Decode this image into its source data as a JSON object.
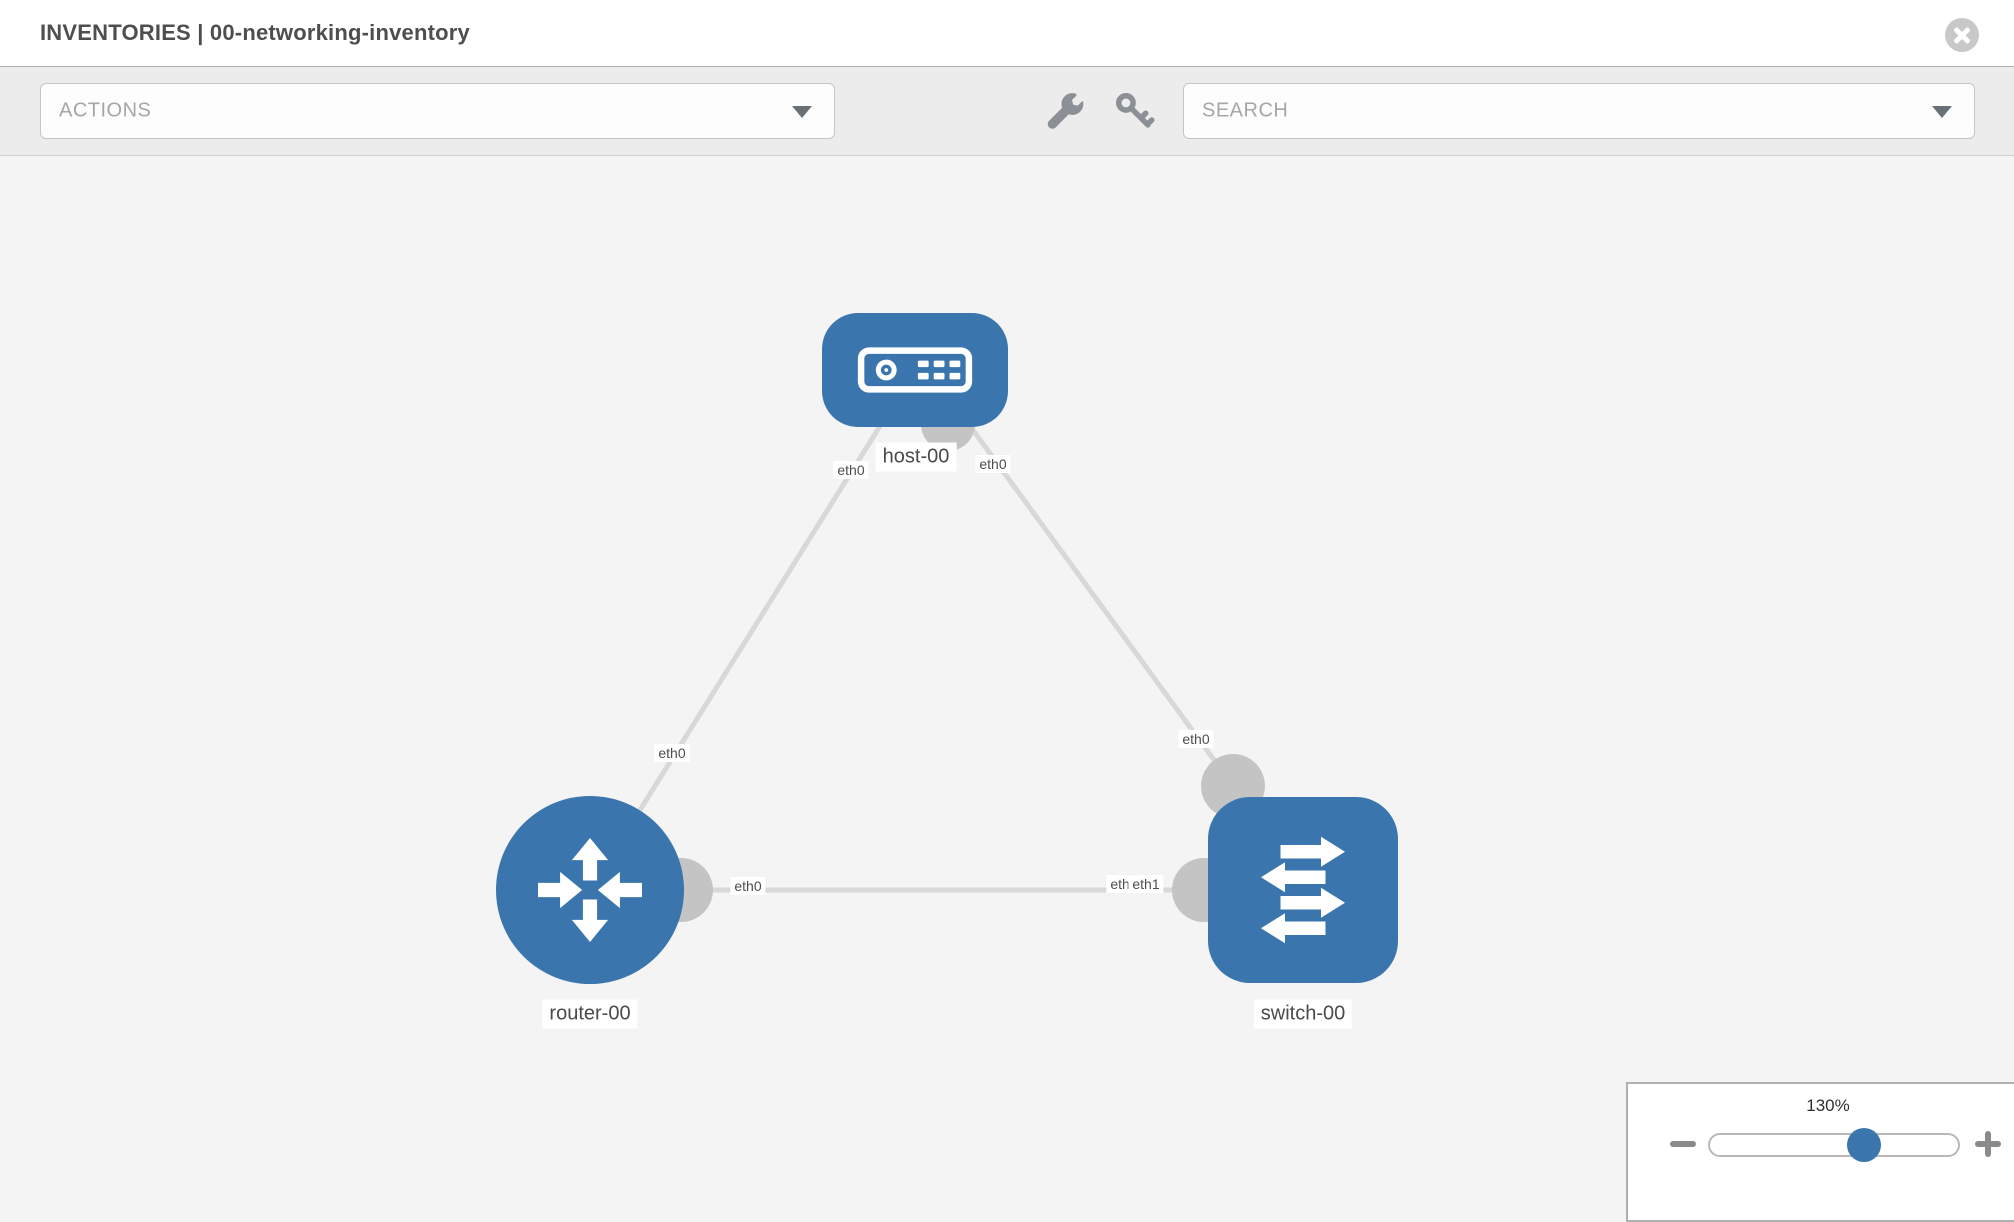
{
  "header": {
    "title": "INVENTORIES | 00-networking-inventory"
  },
  "toolbar": {
    "actions_label": "ACTIONS",
    "search_label": "SEARCH"
  },
  "nodes": {
    "host": {
      "label": "host-00",
      "type": "host"
    },
    "router": {
      "label": "router-00",
      "type": "router"
    },
    "switch": {
      "label": "switch-00",
      "type": "switch"
    }
  },
  "interface_labels": {
    "host_left": "eth0",
    "host_right": "eth0",
    "host_router_edge": "eth0",
    "host_switch_edge": "eth0",
    "router_switch_router_side": "eth0",
    "router_switch_switch_side_back": "eth0",
    "router_switch_switch_side_front": "eth1"
  },
  "zoom_control": {
    "level": "130%"
  },
  "colors": {
    "node_blue": "#3a76ad",
    "edge_gray": "#d8d8d8",
    "connector_gray": "#c4c4c4",
    "toolbar_bg": "#ececec",
    "canvas_bg": "#f4f4f4"
  }
}
